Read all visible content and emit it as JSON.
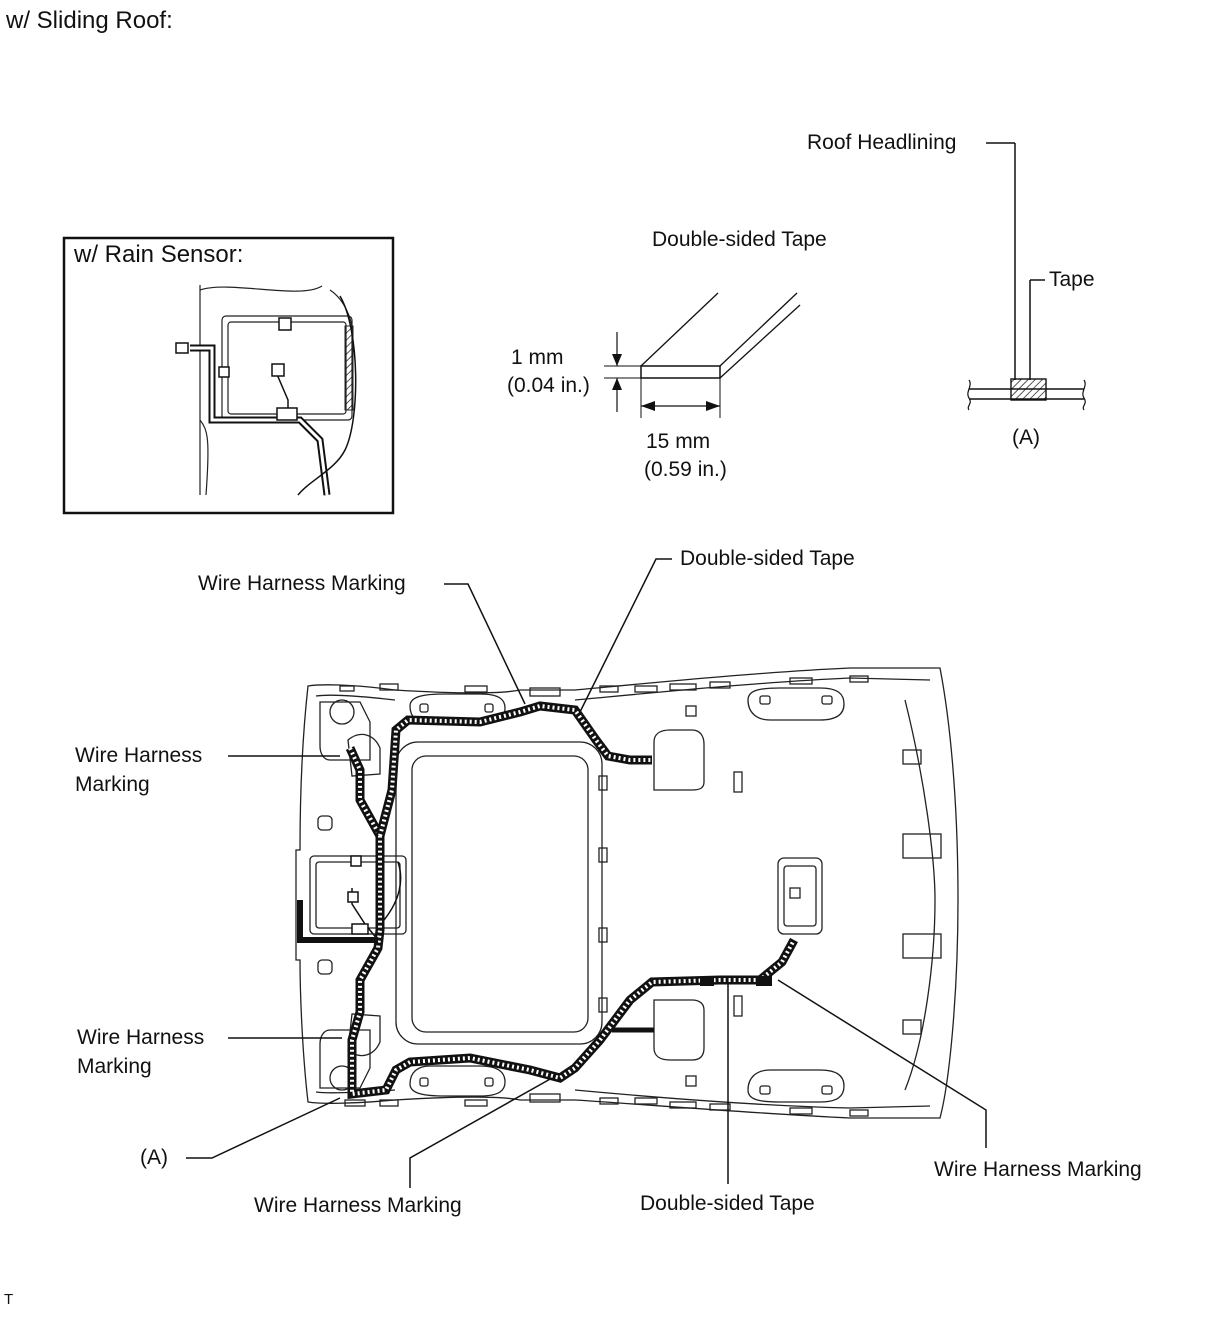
{
  "title": "w/ Sliding Roof:",
  "inset": {
    "title": "w/ Rain Sensor:"
  },
  "tape_detail": {
    "title": "Double-sided Tape",
    "thickness_mm": "1 mm",
    "thickness_in": "(0.04 in.)",
    "width_mm": "15 mm",
    "width_in": "(0.59 in.)"
  },
  "section_detail": {
    "roof_headlining": "Roof Headlining",
    "tape": "Tape",
    "ref": "(A)"
  },
  "callouts": {
    "wire_harness_marking_top": "Wire Harness Marking",
    "double_sided_tape_top": "Double-sided Tape",
    "wire_harness_marking_left_upper": "Wire Harness\nMarking",
    "wire_harness_marking_left_lower": "Wire Harness\nMarking",
    "ref_a": "(A)",
    "wire_harness_marking_bottom": "Wire Harness Marking",
    "double_sided_tape_bottom": "Double-sided Tape",
    "wire_harness_marking_right": "Wire Harness Marking"
  },
  "footer_mark": "T"
}
